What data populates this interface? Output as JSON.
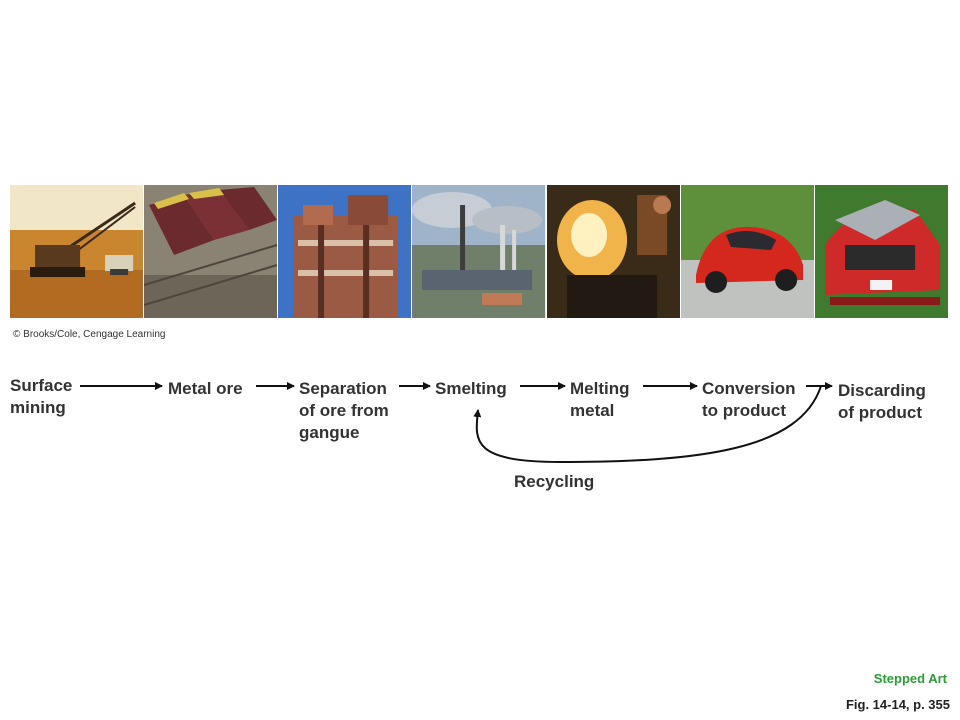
{
  "photos": [
    {
      "id": "surface-mining-photo",
      "caption": "Surface mining"
    },
    {
      "id": "ore-train-photo",
      "caption": "Metal ore"
    },
    {
      "id": "separation-plant-photo",
      "caption": "Separation of ore from gangue"
    },
    {
      "id": "smelter-photo",
      "caption": "Smelting"
    },
    {
      "id": "molten-metal-photo",
      "caption": "Melting metal"
    },
    {
      "id": "red-car-photo",
      "caption": "Conversion to product"
    },
    {
      "id": "wrecked-car-photo",
      "caption": "Discarding of product"
    }
  ],
  "copyright": "© Brooks/Cole, Cengage Learning",
  "steps": {
    "surface_mining": "Surface\nmining",
    "metal_ore": "Metal ore",
    "separation": "Separation\nof ore from\ngangue",
    "smelting": "Smelting",
    "melting": "Melting\nmetal",
    "conversion": "Conversion\nto product",
    "discarding": "Discarding\nof product"
  },
  "recycling_label": "Recycling",
  "footer": {
    "stepped_art": "Stepped Art",
    "figure_ref": "Fig. 14-14, p. 355"
  },
  "colors": {
    "text": "#333333",
    "arrow": "#111111",
    "stepped_art": "#2e9b3a"
  }
}
